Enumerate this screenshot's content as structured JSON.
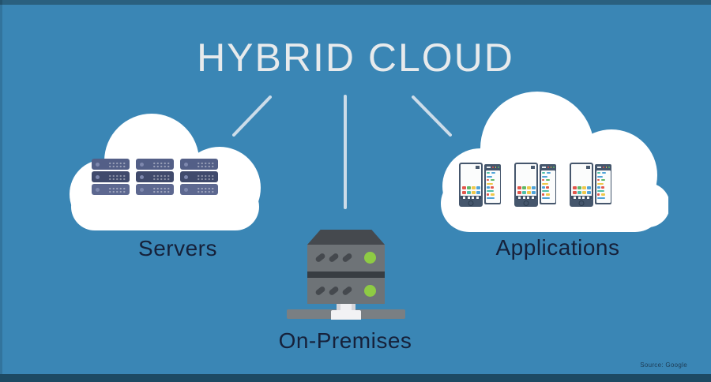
{
  "title": "HYBRID CLOUD",
  "source_credit": "Source: Google",
  "labels": {
    "servers": "Servers",
    "on_premises": "On-Premises",
    "applications": "Applications"
  },
  "colors": {
    "background": "#3a86b5",
    "border_top": "#2a607f",
    "border_bottom": "#1d4a63",
    "title_text": "#e7eaec",
    "label_text": "#16213a",
    "connector_line": "#d9e4ee",
    "cloud": "#ffffff",
    "server_unit_rows": [
      "#535f87",
      "#404a6c",
      "#5d6890"
    ],
    "server_led": "#7e88ae",
    "onprem_body": "#6e7377",
    "onprem_top": "#45494e",
    "onprem_divider": "#383d42",
    "onprem_led": "#8ecb44",
    "onprem_base": "#7a7f83",
    "onprem_stand": "#efeff2",
    "device_frame": "#45566c",
    "app_icon_palette": {
      "red": "#e2574c",
      "green": "#5fb866",
      "teal": "#4dbfa8",
      "yellow": "#efc84a",
      "blue": "#4fa3d8"
    }
  },
  "icons": {
    "left_cloud": "cloud-icon",
    "right_cloud": "cloud-icon",
    "server_unit": "server-rack-icon",
    "on_premises": "server-tower-icon",
    "app_device": "mobile-app-icon"
  },
  "structure": {
    "server_grid": {
      "columns": 3,
      "rows": 3
    },
    "device_pairs": 3,
    "app_icon_rows": [
      [
        "red",
        "green",
        "yellow",
        "blue"
      ],
      [
        "red",
        "teal",
        "yellow",
        "blue"
      ]
    ],
    "dock_squares": 4,
    "header_dots": [
      "red",
      "yellow",
      "green"
    ],
    "list_rows": [
      [
        {
          "c": "teal",
          "w": 28
        },
        {
          "c": "blue",
          "w": 36
        }
      ],
      [
        {
          "c": "blue",
          "w": 46
        }
      ],
      [
        {
          "c": "red",
          "w": 22
        },
        {
          "c": "green",
          "w": 32
        }
      ],
      [
        {
          "c": "yellow",
          "w": 54
        }
      ],
      [
        {
          "c": "blue",
          "w": 26
        },
        {
          "c": "red",
          "w": 26
        }
      ],
      [
        {
          "c": "teal",
          "w": 62
        }
      ],
      [
        {
          "c": "red",
          "w": 20
        },
        {
          "c": "yellow",
          "w": 38
        }
      ],
      [
        {
          "c": "blue",
          "w": 66
        }
      ]
    ]
  }
}
